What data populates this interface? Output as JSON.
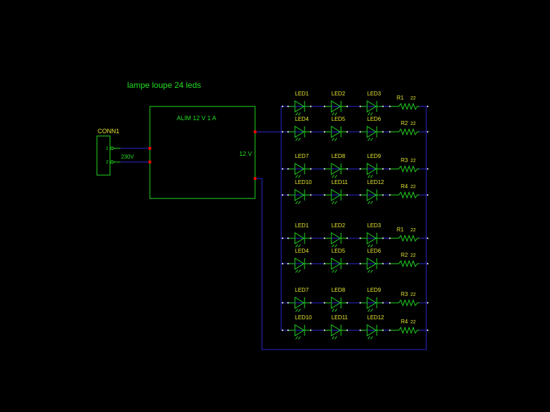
{
  "title": "lampe loupe 24 leds",
  "connector": {
    "ref": "CONN1",
    "pin1": "1",
    "pin2": "2",
    "voltage_label": "230V"
  },
  "supply": {
    "name": "ALIM 12 V 1 A",
    "output_label": "12 V"
  },
  "banks": [
    {
      "rows": [
        {
          "leds": [
            "LED1",
            "LED2",
            "LED3"
          ],
          "resistor": "R1",
          "value": "22"
        },
        {
          "leds": [
            "LED4",
            "LED5",
            "LED6"
          ],
          "resistor": "R2",
          "value": "22"
        },
        {
          "leds": [
            "LED7",
            "LED8",
            "LED9"
          ],
          "resistor": "R3",
          "value": "22"
        },
        {
          "leds": [
            "LED10",
            "LED11",
            "LED12"
          ],
          "resistor": "R4",
          "value": "22"
        }
      ]
    },
    {
      "rows": [
        {
          "leds": [
            "LED1",
            "LED2",
            "LED3"
          ],
          "resistor": "R1",
          "value": "22"
        },
        {
          "leds": [
            "LED4",
            "LED5",
            "LED6"
          ],
          "resistor": "R2",
          "value": "22"
        },
        {
          "leds": [
            "LED7",
            "LED8",
            "LED9"
          ],
          "resistor": "R3",
          "value": "22"
        },
        {
          "leds": [
            "LED10",
            "LED11",
            "LED12"
          ],
          "resistor": "R4",
          "value": "22"
        }
      ]
    }
  ],
  "colors": {
    "background": "#000000",
    "component": "#22dd22",
    "wire": "#2a2ad8",
    "ref_text": "#e8e830",
    "label_text": "#22dd22",
    "junction": "#ff0000"
  }
}
